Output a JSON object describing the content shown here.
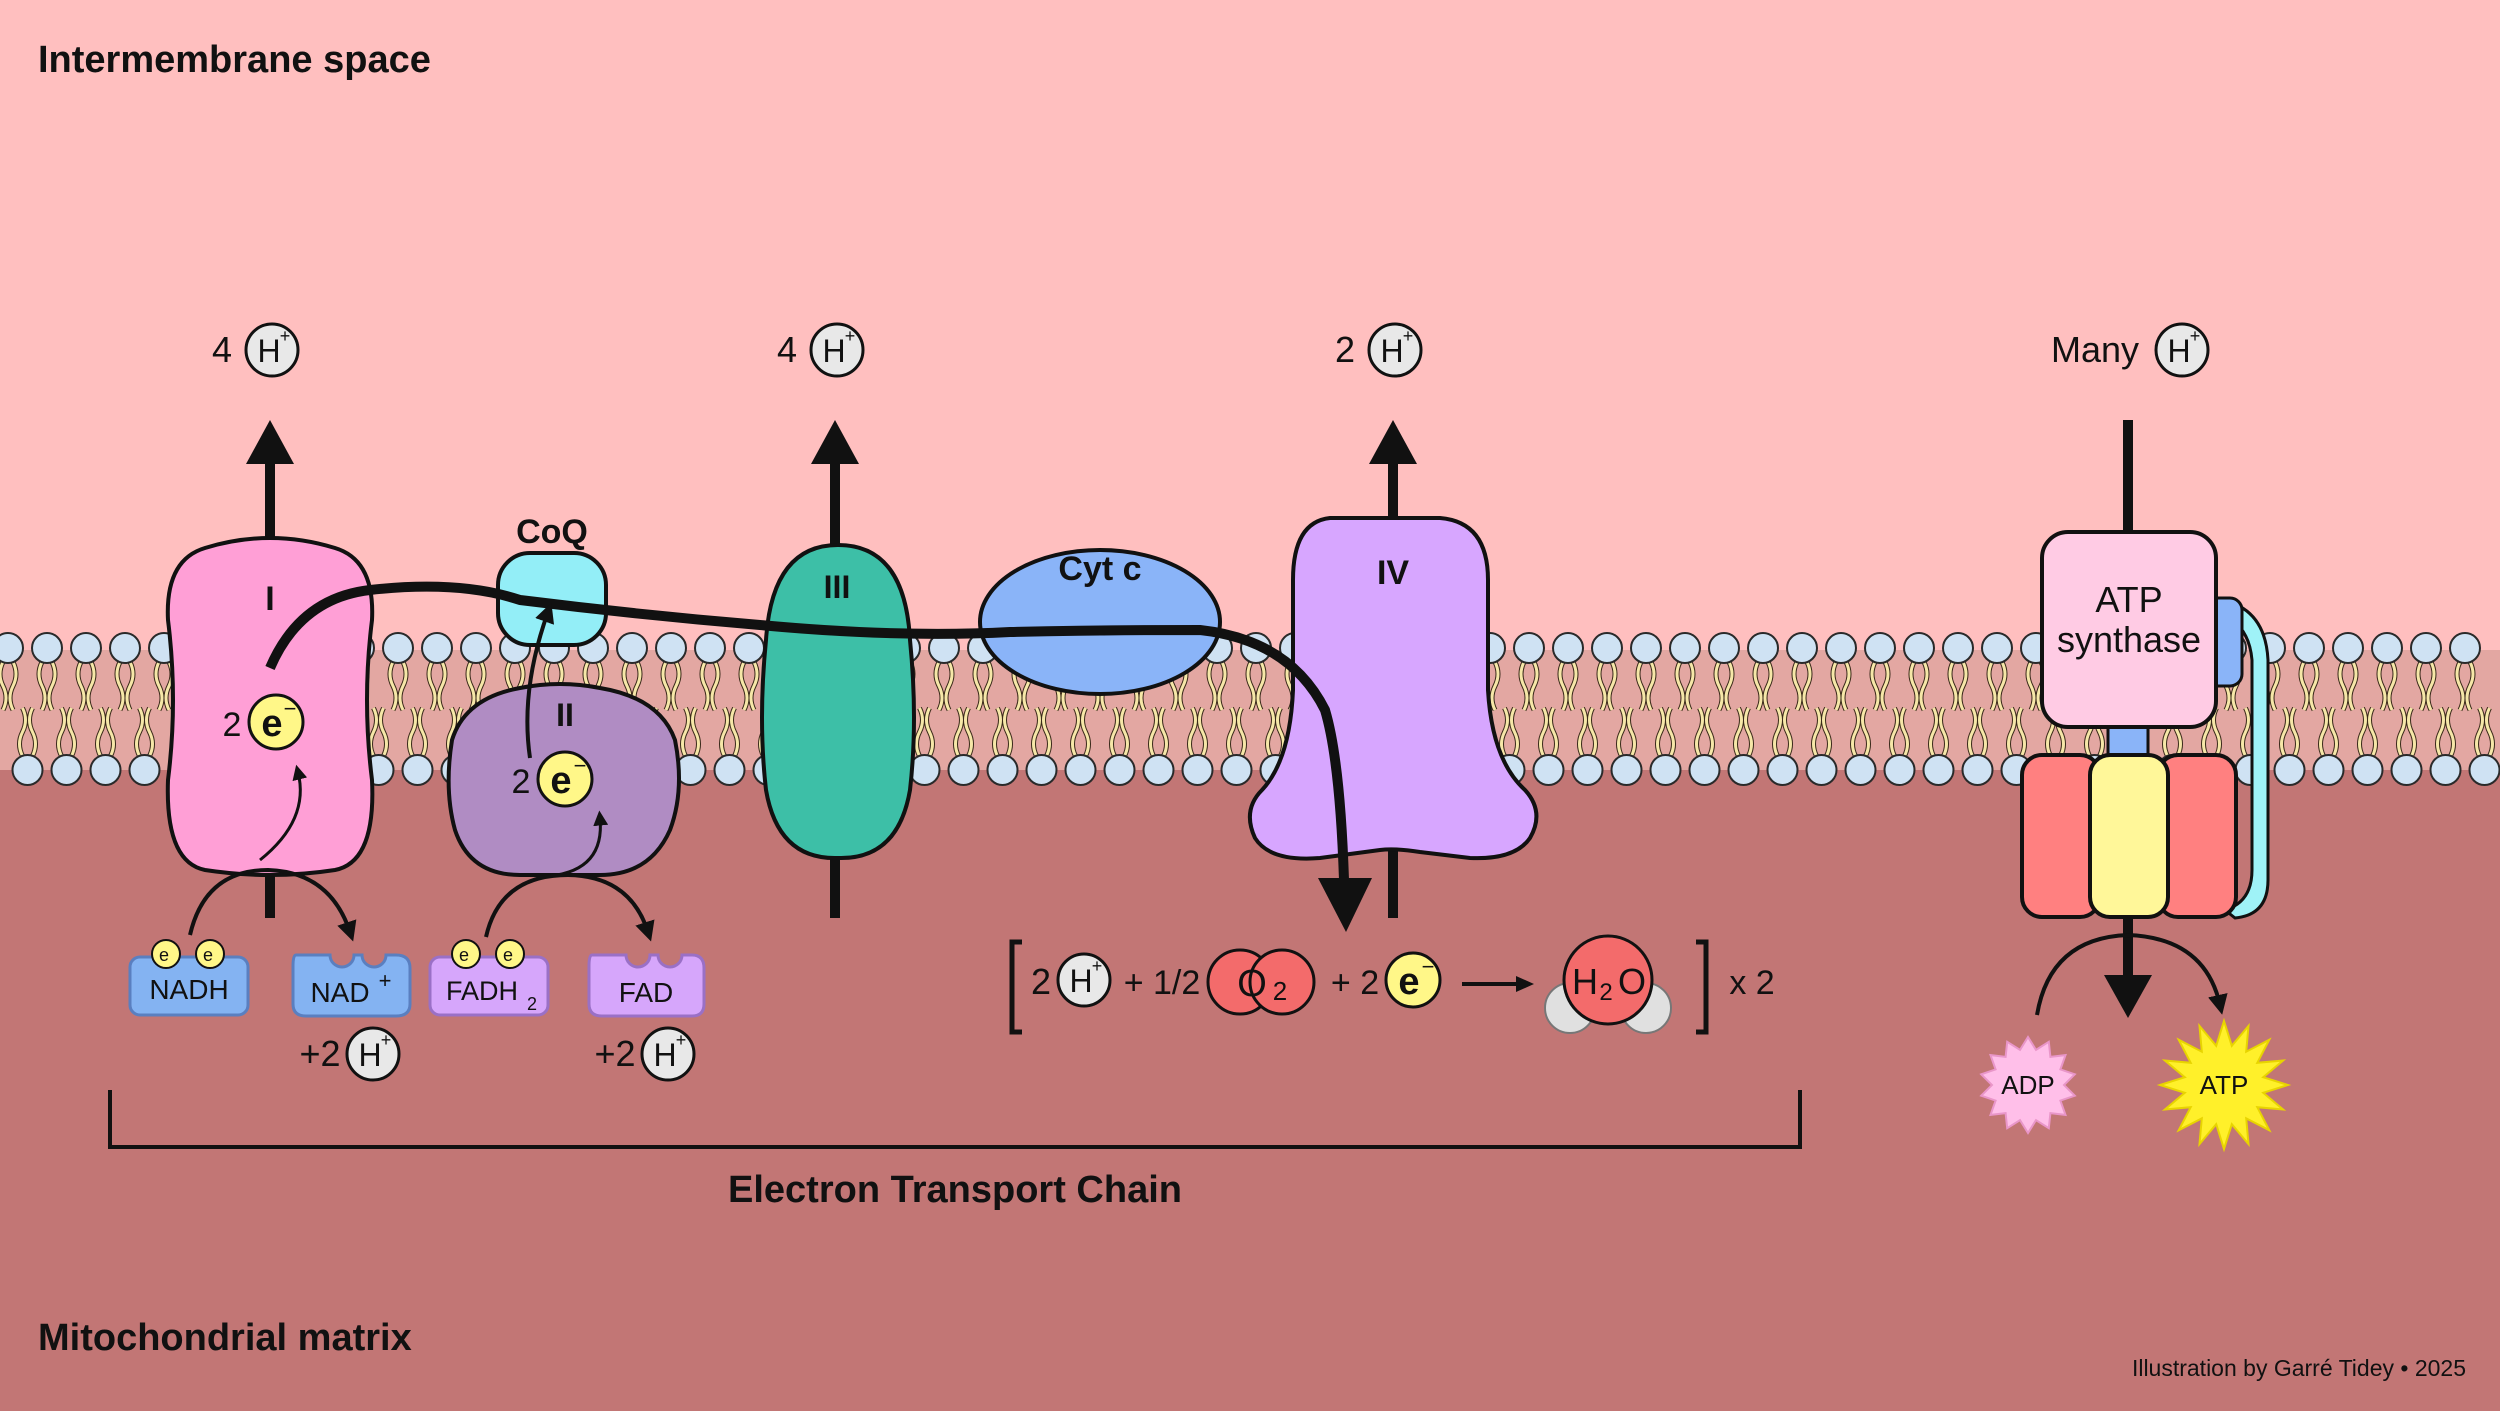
{
  "regions": {
    "top_label": "Intermembrane space",
    "bottom_label": "Mitochondrial matrix"
  },
  "proton_pumps": {
    "complex_I": "4",
    "complex_III": "4",
    "complex_IV": "2",
    "atp_synthase": "Many",
    "ion": "H",
    "charge": "+"
  },
  "complexes": {
    "I": "I",
    "II": "II",
    "III": "III",
    "IV": "IV",
    "coq": "CoQ",
    "cyt_c": "Cyt c",
    "atp_synthase_line1": "ATP",
    "atp_synthase_line2": "synthase"
  },
  "electrons": {
    "count": "2",
    "symbol": "e",
    "charge": "−"
  },
  "substrates": {
    "nadh": "NADH",
    "nad_base": "NAD",
    "nad_sup": "+",
    "fadh2_base": "FADH",
    "fadh2_sub": "2",
    "fad": "FAD",
    "plus_2": "+2"
  },
  "equation": {
    "coef_h": "2",
    "half": "+ 1/2",
    "o2_base": "O",
    "o2_sub": "2",
    "plus_2": "+ 2",
    "h2o_h": "H",
    "h2o_sub": "2",
    "h2o_o": "O",
    "times": "x 2"
  },
  "atp": {
    "adp": "ADP",
    "atp": "ATP"
  },
  "bracket_label": "Electron Transport Chain",
  "credit": "Illustration by Garré Tidey • 2025",
  "colors": {
    "intermembrane_bg": "#ffbfbf",
    "matrix_bg": "#c27675",
    "membrane_core": "#d89a95",
    "lipid_head": "#cfe2f3",
    "tail": "#f6e7a8",
    "complex_I": "#ff9fd6",
    "complex_II": "#b08cc3",
    "complex_III": "#3dbfa7",
    "complex_IV": "#d7a6ff",
    "coq": "#93eef7",
    "cyt_c": "#8ab4f8",
    "atp_synthase_head": "#ffcbe4",
    "stator_blue": "#8ab4f8",
    "stator_cyan": "#9ff2f7",
    "rotor_red": "#ff8080",
    "rotor_yellow": "#fff799",
    "nadh": "#84b3f2",
    "fad": "#d6a6fb",
    "electron": "#fff788",
    "proton": "#e8e8e8",
    "oxygen": "#f36b6b",
    "adp_star": "#ffbfe9",
    "atp_star": "#fff02a"
  }
}
